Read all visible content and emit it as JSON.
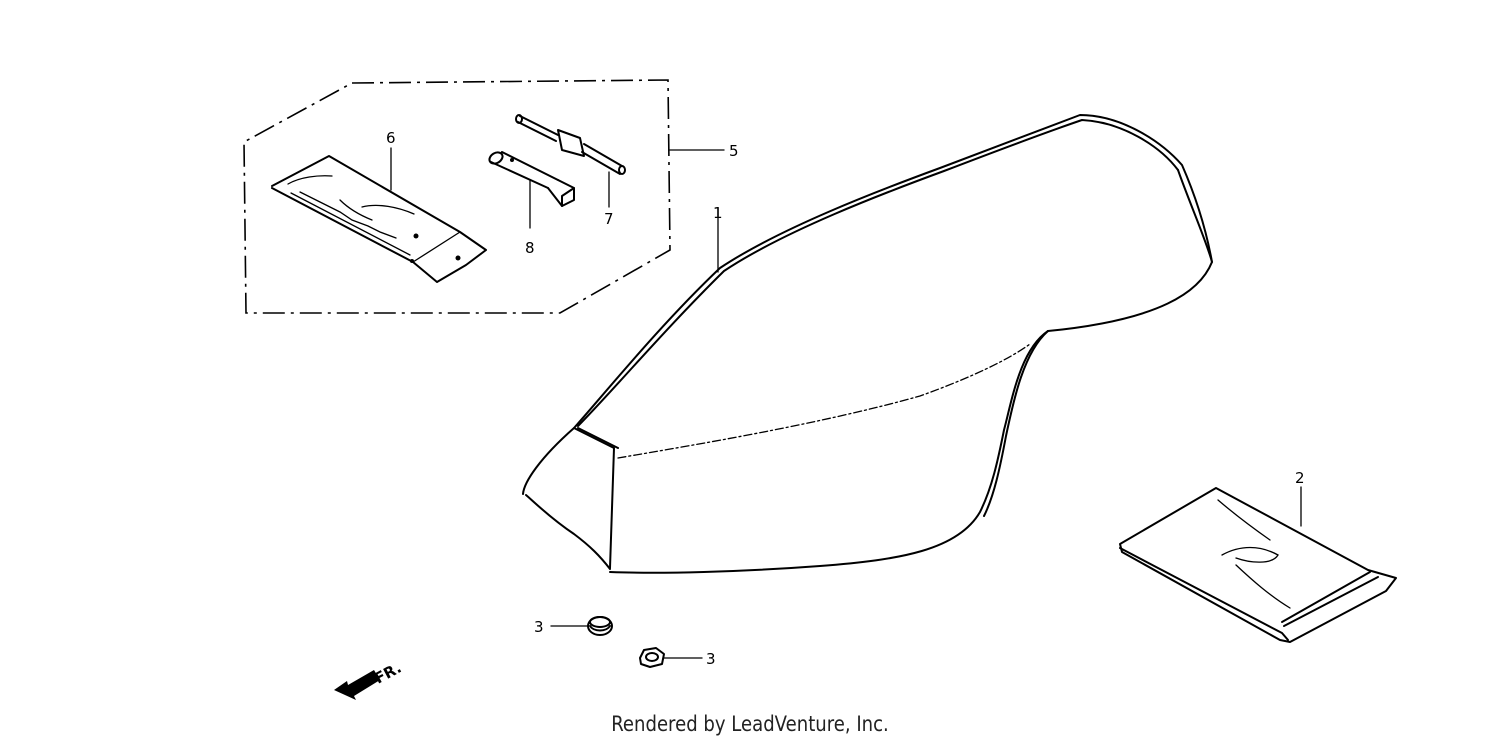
{
  "callouts": {
    "seat": "1",
    "seat_cover": "2",
    "nut_left": "3",
    "nut_right": "3",
    "tool_kit": "5",
    "tool_bag": "6",
    "screwdriver": "7",
    "socket_wrench": "8"
  },
  "direction": {
    "label": "FR."
  },
  "footer": {
    "text": "Rendered by LeadVenture, Inc."
  }
}
